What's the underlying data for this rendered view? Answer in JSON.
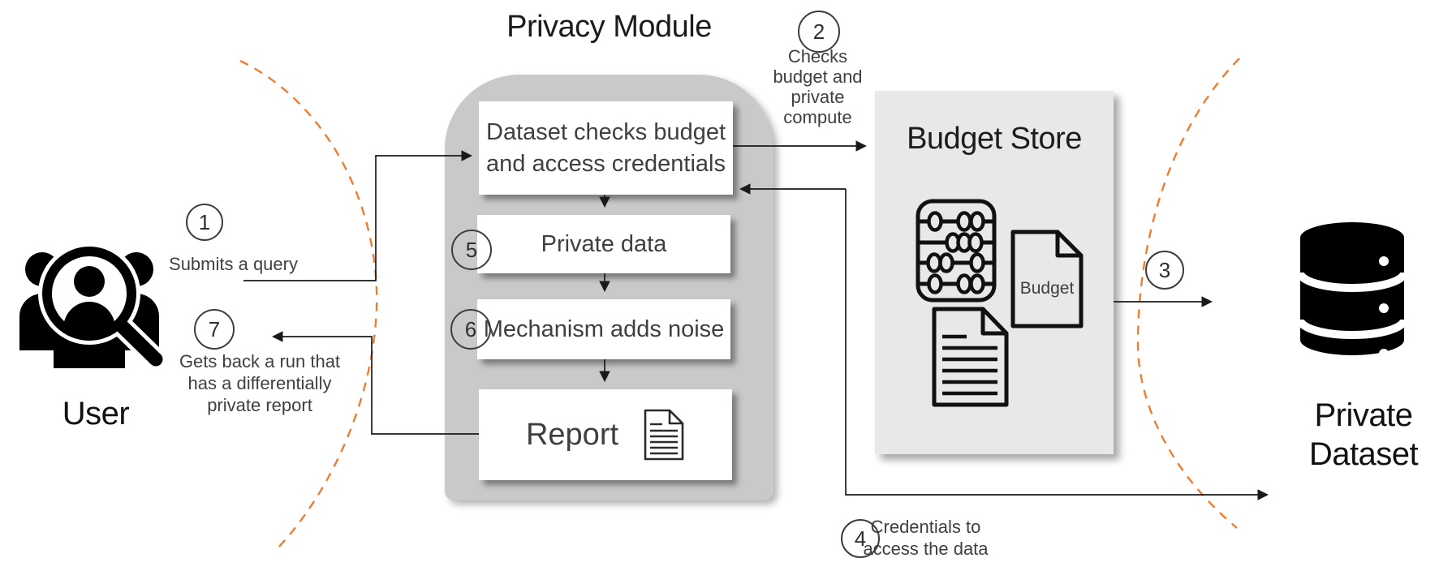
{
  "user": {
    "label": "User"
  },
  "privacy_module": {
    "title": "Privacy Module",
    "dataset_box": "Dataset checks budget and access credentials",
    "private_data_box": "Private data",
    "mechanism_box": "Mechanism adds noise",
    "report_box": "Report"
  },
  "budget_store": {
    "title": "Budget Store",
    "budget_doc_label": "Budget"
  },
  "private_dataset": {
    "label": "Private Dataset"
  },
  "steps": {
    "s1": {
      "num": "1",
      "label": "Submits a query"
    },
    "s2": {
      "num": "2",
      "label": "Checks budget and private compute"
    },
    "s3": {
      "num": "3"
    },
    "s4": {
      "num": "4",
      "label": "Credentials to access the data"
    },
    "s5": {
      "num": "5"
    },
    "s6": {
      "num": "6"
    },
    "s7": {
      "num": "7",
      "label": "Gets back a run that has a differentially private report"
    }
  },
  "colors": {
    "boundary_dashed": "#ED7D31",
    "module_fill": "#C9C9C9",
    "store_fill": "#E9E8E8",
    "line_ink": "#1a1a1a",
    "text_ink": "#3F3F3F"
  }
}
